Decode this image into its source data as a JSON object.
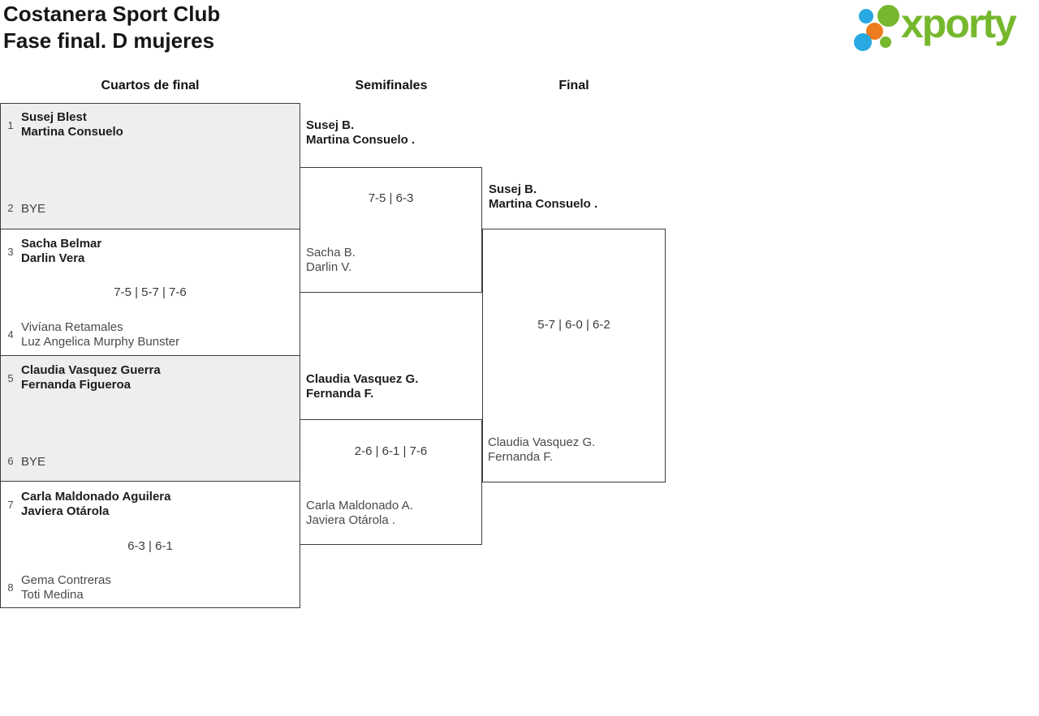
{
  "header": {
    "title_line1": "Costanera Sport Club",
    "title_line2": "Fase final. D mujeres"
  },
  "logo": {
    "text": "xporty",
    "green": "#76b82d",
    "blue": "#29a9e1",
    "orange": "#ee7c1e"
  },
  "round_headers": {
    "quarterfinals": "Cuartos de final",
    "semifinals": "Semifinales",
    "final": "Final"
  },
  "colors": {
    "box_border": "#3c3c3c",
    "shaded_box_bg": "#eeeeee",
    "winner_text": "#1d1d1d",
    "loser_text": "#4a4a4a"
  },
  "quarterfinals": {
    "matches": [
      {
        "top": {
          "seed": "1",
          "line1": "Susej Blest",
          "line2": "Martina Consuelo"
        },
        "bottom": {
          "seed": "2",
          "line1": "BYE"
        },
        "score": ""
      },
      {
        "top": {
          "seed": "3",
          "line1": "Sacha Belmar",
          "line2": "Darlin Vera"
        },
        "bottom": {
          "seed": "4",
          "line1": "Vivíana Retamales",
          "line2": "Luz Angelica Murphy Bunster"
        },
        "score": "7-5 | 5-7 | 7-6"
      },
      {
        "top": {
          "seed": "5",
          "line1": "Claudia Vasquez Guerra",
          "line2": "Fernanda Figueroa"
        },
        "bottom": {
          "seed": "6",
          "line1": "BYE"
        },
        "score": ""
      },
      {
        "top": {
          "seed": "7",
          "line1": "Carla Maldonado Aguilera",
          "line2": "Javiera Otárola"
        },
        "bottom": {
          "seed": "8",
          "line1": "Gema Contreras",
          "line2": "Toti Medina"
        },
        "score": "6-3 | 6-1"
      }
    ]
  },
  "semifinals": {
    "matches": [
      {
        "winner_line1": "Susej B.",
        "winner_line2": "Martina Consuelo .",
        "score": "7-5 | 6-3",
        "loser_line1": "Sacha B.",
        "loser_line2": "Darlin V."
      },
      {
        "winner_line1": "Claudia Vasquez G.",
        "winner_line2": "Fernanda F.",
        "score": "2-6 | 6-1 | 7-6",
        "loser_line1": "Carla Maldonado A.",
        "loser_line2": "Javiera Otárola ."
      }
    ]
  },
  "final": {
    "winner_line1": "Susej B.",
    "winner_line2": "Martina Consuelo .",
    "score": "5-7 | 6-0 | 6-2",
    "loser_line1": "Claudia Vasquez G.",
    "loser_line2": "Fernanda F."
  }
}
